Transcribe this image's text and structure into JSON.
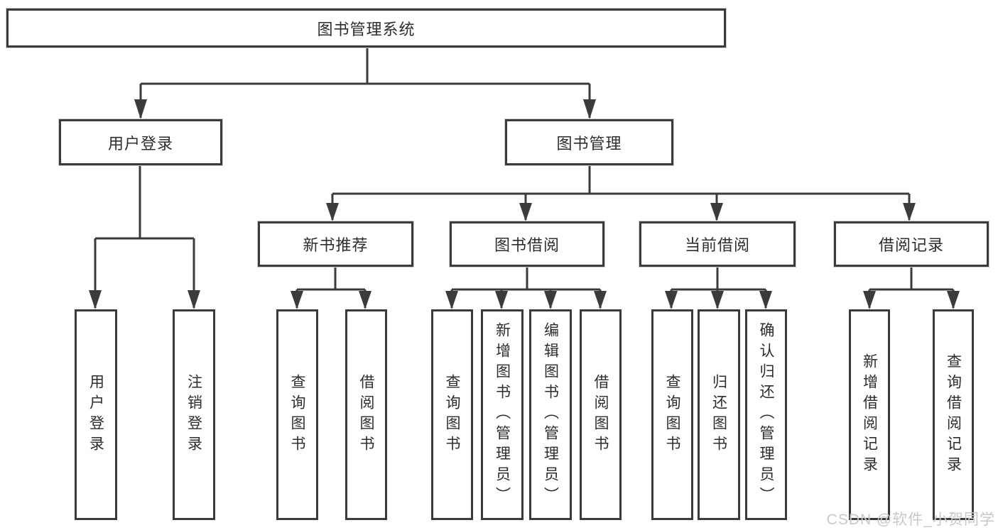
{
  "colors": {
    "background": "#ffffff",
    "line": "#3b3b3b",
    "box_border": "#3b3b3b",
    "box_fill": "#ffffff",
    "text": "#2d2d2d",
    "watermark": "#c8c8c8"
  },
  "tree": {
    "root": "图书管理系统",
    "children": [
      {
        "label": "用户登录",
        "children": [
          {
            "label": "用户登录"
          },
          {
            "label": "注销登录"
          }
        ]
      },
      {
        "label": "图书管理",
        "children": [
          {
            "label": "新书推荐",
            "children": [
              {
                "label": "查询图书"
              },
              {
                "label": "借阅图书"
              }
            ]
          },
          {
            "label": "图书借阅",
            "children": [
              {
                "label": "查询图书"
              },
              {
                "label": "新增图书（管理员）"
              },
              {
                "label": "编辑图书（管理员）"
              },
              {
                "label": "借阅图书"
              }
            ]
          },
          {
            "label": "当前借阅",
            "children": [
              {
                "label": "查询图书"
              },
              {
                "label": "归还图书"
              },
              {
                "label": "确认归还（管理员）"
              }
            ]
          },
          {
            "label": "借阅记录",
            "children": [
              {
                "label": "新增借阅记录"
              },
              {
                "label": "查询借阅记录"
              }
            ]
          }
        ]
      }
    ]
  },
  "watermark": {
    "text": "CSDN @软件_小贺同学"
  }
}
